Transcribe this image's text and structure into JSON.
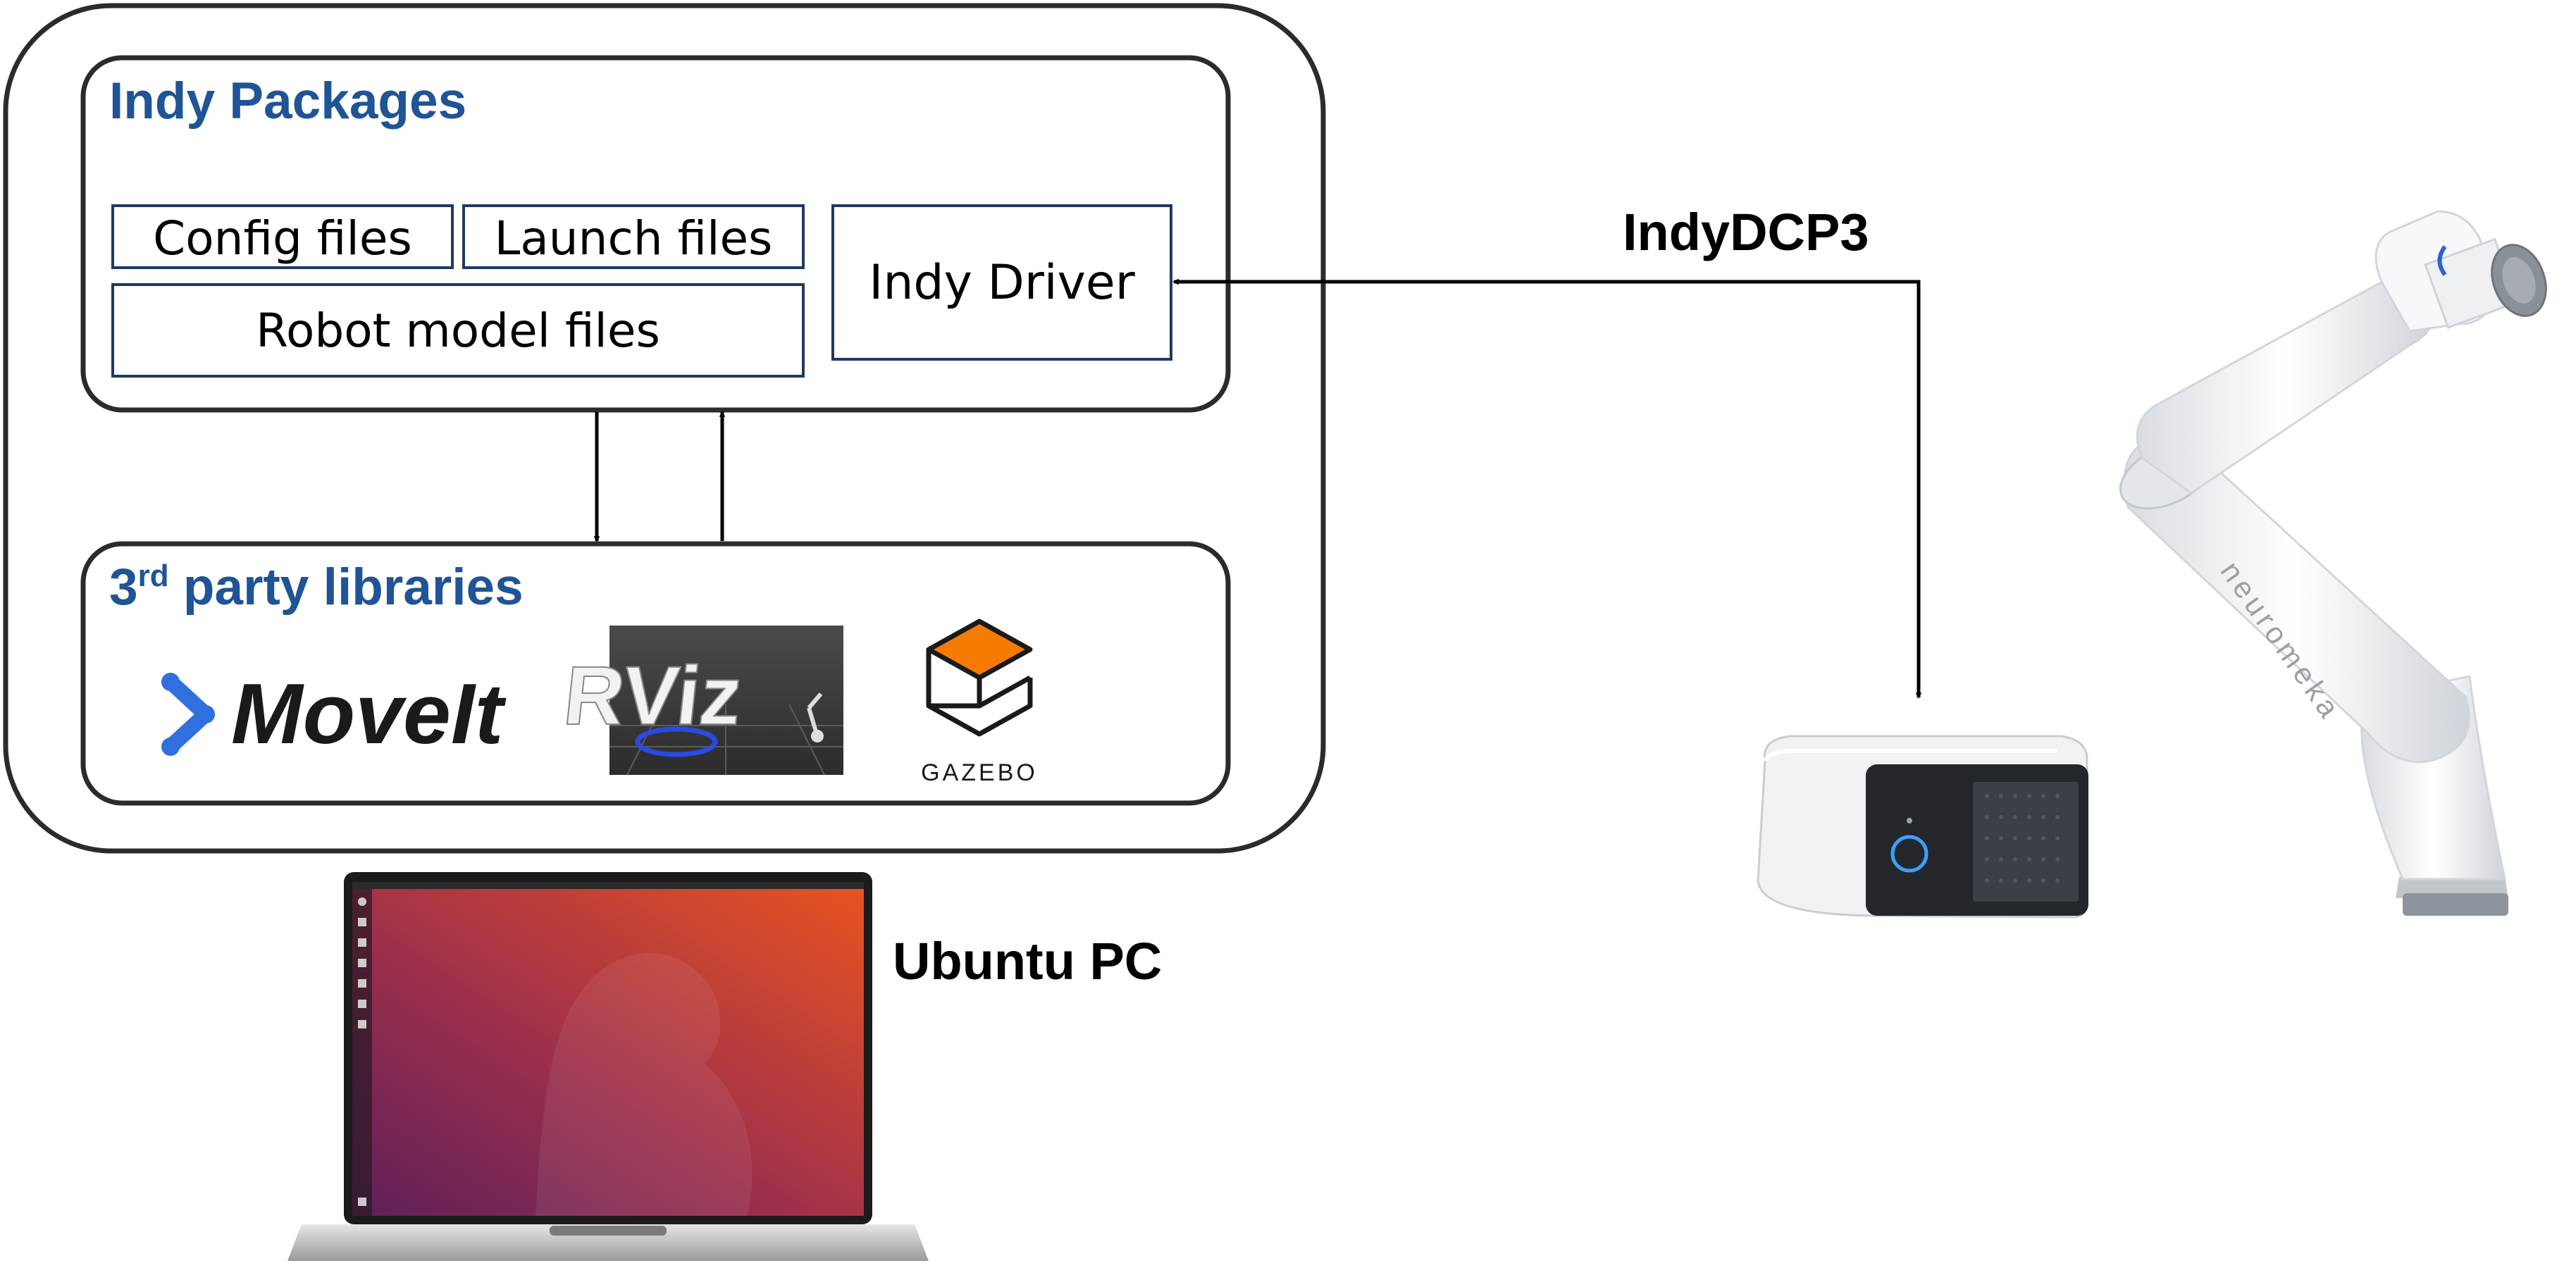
{
  "pc_group": {
    "packages": {
      "title": "Indy Packages",
      "config_files": "Config files",
      "launch_files": "Launch files",
      "robot_model_files": "Robot model files",
      "indy_driver": "Indy Driver"
    },
    "libraries": {
      "title_prefix": "3",
      "title_superscript": "rd",
      "title_suffix": " party libraries",
      "moveit_label": "MoveIt",
      "rviz_label": "RViz",
      "gazebo_label": "GAZEBO"
    }
  },
  "protocol_label": "IndyDCP3",
  "pc_label": "Ubuntu PC",
  "robot_brand": "neuromeka",
  "colors": {
    "heading_blue": "#1f5496",
    "box_border": "#1f3a5f",
    "frame": "#2b2b2b",
    "moveit_blue": "#2f6fde",
    "gazebo_orange": "#f57c00",
    "ubuntu_orange": "#e95420",
    "ubuntu_purple": "#772953"
  }
}
